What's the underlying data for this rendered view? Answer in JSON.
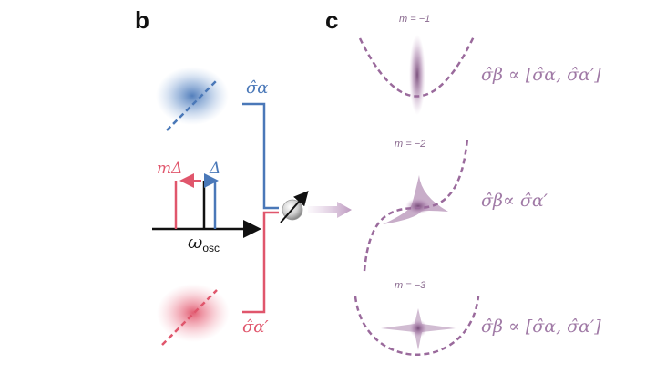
{
  "panels": {
    "b": "b",
    "c": "c"
  },
  "axis": {
    "omega": "ω",
    "sub": "osc"
  },
  "detunings": {
    "m_delta": "mΔ",
    "delta": "Δ"
  },
  "signals": {
    "alpha": "σ̂α",
    "alpha_prime": "σ̂α′"
  },
  "rows": [
    {
      "m": "m = −1",
      "formula": "σ̂β ∝ [σ̂α, σ̂α′]"
    },
    {
      "m": "m = −2",
      "formula": "σ̂β∝ σ̂α′"
    },
    {
      "m": "m = −3",
      "formula": "σ̂β ∝ [σ̂α, σ̂α′]"
    }
  ],
  "colors": {
    "blue": "#4a78b8",
    "red": "#e0566c",
    "purple": "#9a6a9c",
    "formula": "#a07aa6"
  }
}
